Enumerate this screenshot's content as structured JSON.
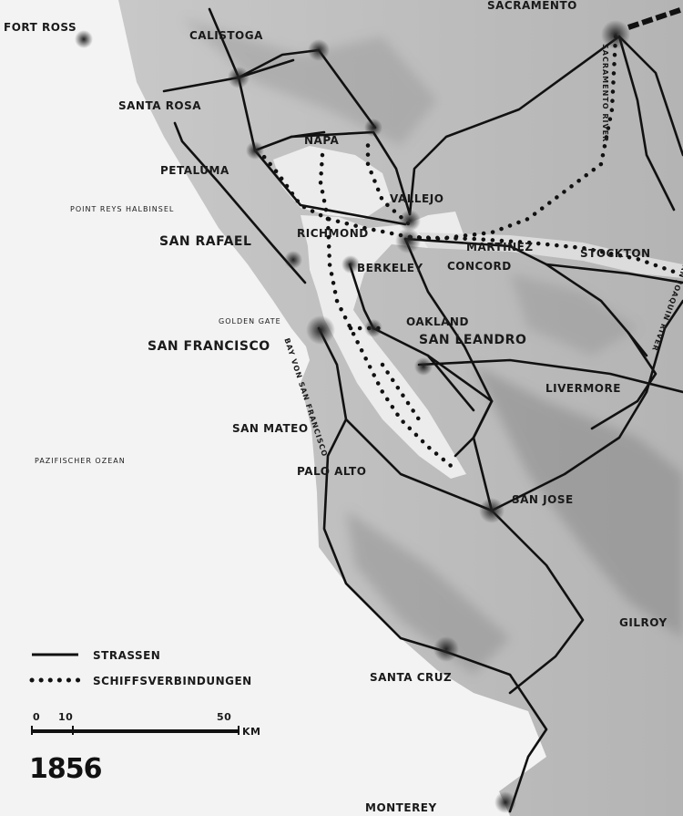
{
  "year": "1856",
  "cities": {
    "fort_ross": "FORT ROSS",
    "calistoga": "CALISTOGA",
    "sacramento": "SACRAMENTO",
    "santa_rosa": "SANTA ROSA",
    "napa": "NAPA",
    "petaluma": "PETALUMA",
    "vallejo": "VALLEJO",
    "san_rafael": "SAN RAFAEL",
    "richmond": "RICHMOND",
    "martinez": "MARTINEZ",
    "stockton": "STOCKTON",
    "berkeley": "BERKELEY",
    "concord": "CONCORD",
    "oakland": "OAKLAND",
    "san_leandro": "SAN LEANDRO",
    "san_francisco": "SAN FRANCISCO",
    "livermore": "LIVERMORE",
    "san_mateo": "SAN MATEO",
    "palo_alto": "PALO ALTO",
    "san_jose": "SAN JOSE",
    "gilroy": "GILROY",
    "santa_cruz": "SANTA CRUZ",
    "monterey": "MONTEREY"
  },
  "features": {
    "point_reyes": "POINT REYS HALBINSEL",
    "golden_gate": "GOLDEN GATE",
    "pacific": "PAZIFISCHER OZEAN",
    "bay": "BAY VON SAN FRANCISCO",
    "sacramento_river": "SACRAMENTO RIVER",
    "san_joaquin_river": "SAN JOAQUIN RIVER"
  },
  "legend": {
    "roads": "STRASSEN",
    "ship_routes": "SCHIFFSVERBINDUNGEN"
  },
  "scale": {
    "zero": "0",
    "ten": "10",
    "fifty": "50",
    "unit": "KM"
  }
}
